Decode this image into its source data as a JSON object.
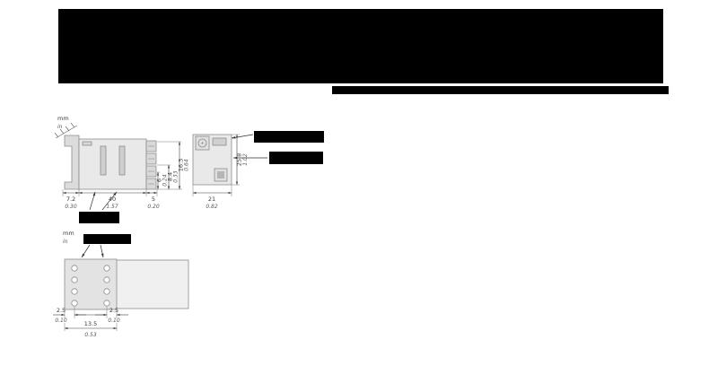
{
  "units": {
    "mm": "mm",
    "in": "in"
  },
  "side_view": {
    "clip_depth": {
      "mm": "7.2",
      "in": "0.30"
    },
    "length": {
      "mm": "40",
      "in": "1.57"
    },
    "terminal_depth": {
      "mm": "5",
      "in": "0.20"
    },
    "height_total": {
      "mm": "16.3",
      "in": "0.64"
    },
    "height_mid": {
      "mm": "8.4",
      "in": "0.33"
    },
    "height_low": {
      "mm": "6",
      "in": "0.24"
    }
  },
  "front_view": {
    "width": {
      "mm": "21",
      "in": "0.82"
    },
    "height": {
      "mm": "25.8",
      "in": "1.02"
    }
  },
  "drill_template": {
    "offset_left": {
      "mm": "2.5",
      "in": "0.10"
    },
    "offset_right": {
      "mm": "2.5",
      "in": "0.10"
    },
    "width_total": {
      "mm": "13.5",
      "in": "0.53"
    }
  },
  "colors": {
    "page_background": "#ffffff",
    "redaction": "#000000",
    "body_fill": "#e9e9e9",
    "detail_fill": "#d6d6d6",
    "outline": "#8c8c8c",
    "dimension": "#3f3f3f"
  }
}
